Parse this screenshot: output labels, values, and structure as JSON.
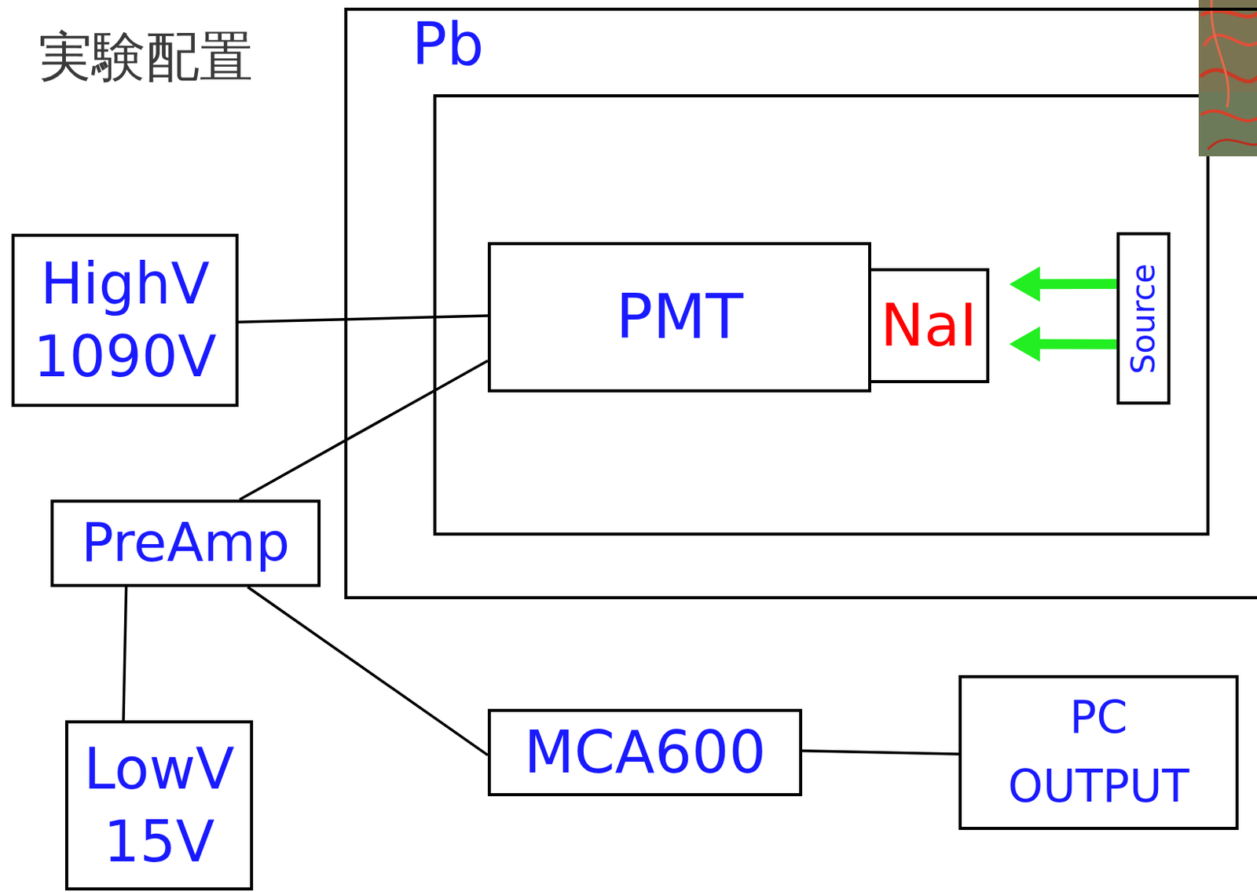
{
  "diagram": {
    "title": "実験配置",
    "nodes": [
      {
        "text": [
          "Pb"
        ]
      },
      {
        "text": [
          "HighV",
          "1090V"
        ]
      },
      {
        "text": [
          "PMT"
        ],
        "in": 0
      },
      {
        "text": [
          "NaI"
        ],
        "in": 0
      },
      {
        "text": [
          "Source"
        ],
        "in": 0
      },
      {
        "text": [
          "PreAmp"
        ]
      },
      {
        "text": [
          "MCA600"
        ]
      },
      {
        "text": [
          "LowV",
          "15V"
        ]
      },
      {
        "text": [
          "PC",
          "OUTPUT"
        ]
      }
    ],
    "edges": [
      {
        "from": 1,
        "to": 2,
        "arrow": "none"
      },
      {
        "from": 5,
        "to": 2,
        "arrow": "none"
      },
      {
        "from": 5,
        "to": 7,
        "arrow": "none"
      },
      {
        "from": 5,
        "to": 6,
        "arrow": "none"
      },
      {
        "from": 6,
        "to": 8,
        "arrow": "none"
      },
      {
        "from": 4,
        "to": 3,
        "arrow": "to"
      },
      {
        "from": 4,
        "to": 3,
        "arrow": "to"
      }
    ]
  }
}
